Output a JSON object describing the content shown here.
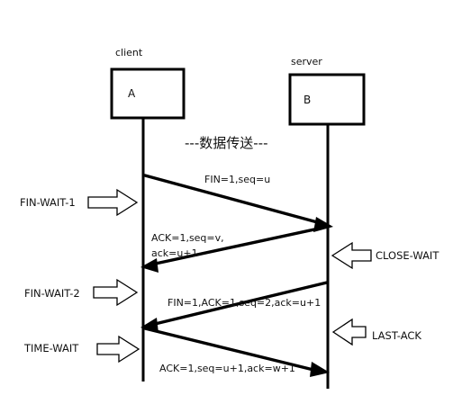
{
  "participants": {
    "client_label": "client",
    "server_label": "server",
    "client_box": "A",
    "server_box": "B"
  },
  "phase_label": "---数据传送---",
  "messages": [
    {
      "lines": [
        "FIN=1,seq=u"
      ]
    },
    {
      "lines": [
        "ACK=1,seq=v,",
        "ack=u+1"
      ]
    },
    {
      "lines": [
        "FIN=1,ACK=1,seq=2,ack=u+1"
      ]
    },
    {
      "lines": [
        "ACK=1,seq=u+1,ack=w+1"
      ]
    }
  ],
  "client_states": [
    "FIN-WAIT-1",
    "FIN-WAIT-2",
    "TIME-WAIT"
  ],
  "server_states": [
    "CLOSE-WAIT",
    "LAST-ACK"
  ]
}
